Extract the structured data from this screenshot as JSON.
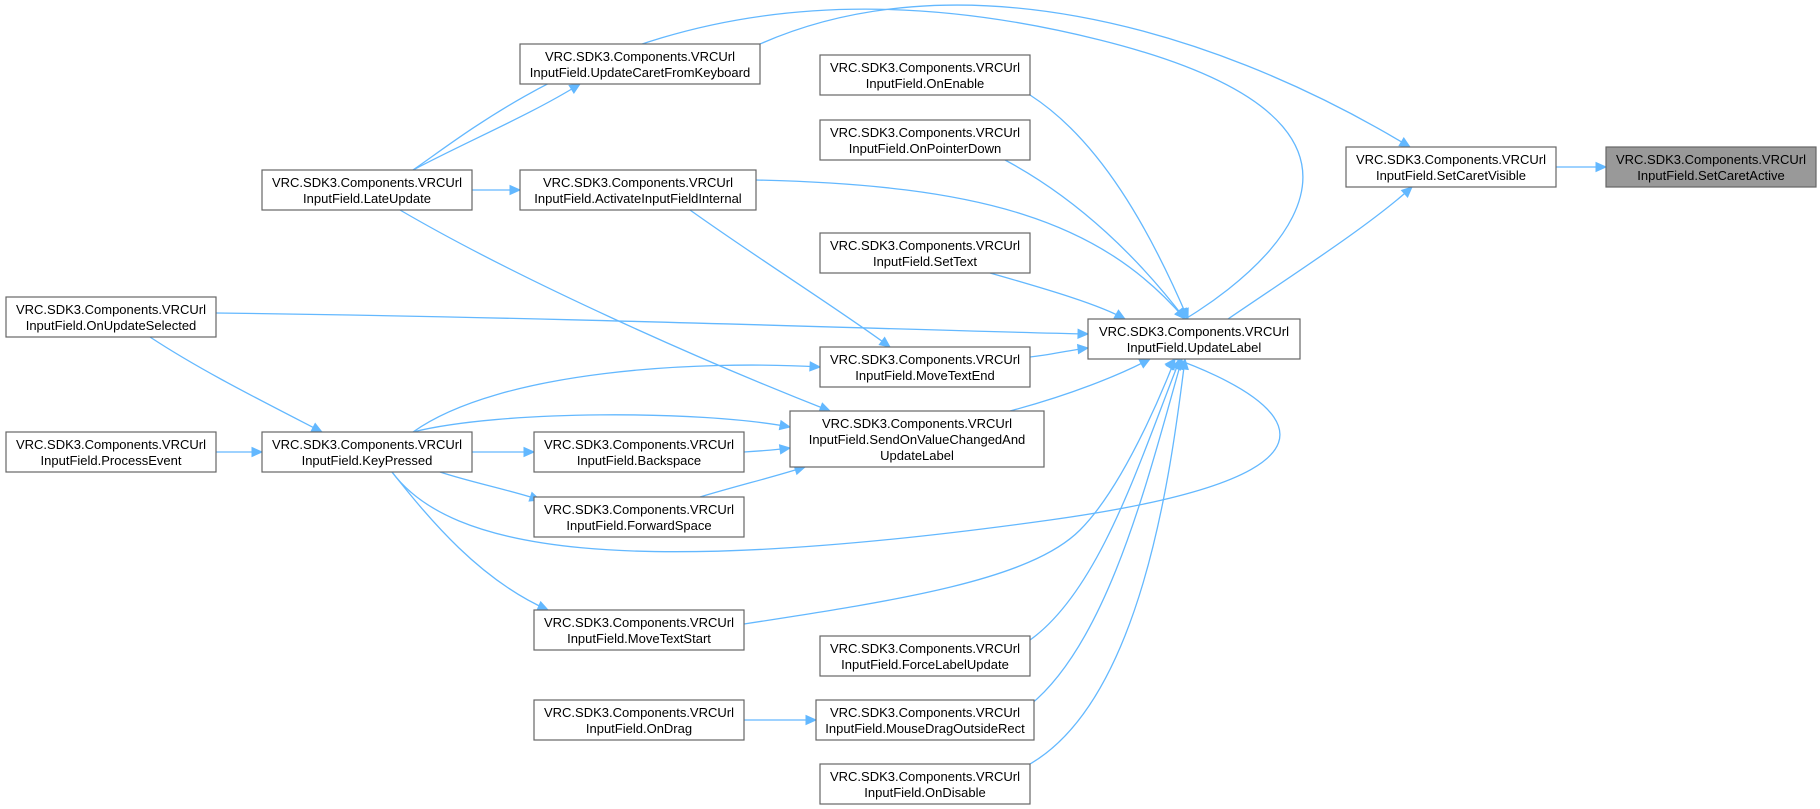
{
  "diagram": {
    "edge_color": "#63b8ff",
    "node_border_color": "#666666",
    "highlight_fill": "#999999",
    "nodes": [
      {
        "id": "set_caret_active",
        "line1": "VRC.SDK3.Components.VRCUrl",
        "line2": "InputField.SetCaretActive",
        "highlight": true
      },
      {
        "id": "set_caret_visible",
        "line1": "VRC.SDK3.Components.VRCUrl",
        "line2": "InputField.SetCaretVisible"
      },
      {
        "id": "update_label",
        "line1": "VRC.SDK3.Components.VRCUrl",
        "line2": "InputField.UpdateLabel"
      },
      {
        "id": "update_caret_from_keyboard",
        "line1": "VRC.SDK3.Components.VRCUrl",
        "line2": "InputField.UpdateCaretFromKeyboard"
      },
      {
        "id": "late_update",
        "line1": "VRC.SDK3.Components.VRCUrl",
        "line2": "InputField.LateUpdate"
      },
      {
        "id": "activate_input_field_internal",
        "line1": "VRC.SDK3.Components.VRCUrl",
        "line2": "InputField.ActivateInputFieldInternal"
      },
      {
        "id": "on_enable",
        "line1": "VRC.SDK3.Components.VRCUrl",
        "line2": "InputField.OnEnable"
      },
      {
        "id": "on_pointer_down",
        "line1": "VRC.SDK3.Components.VRCUrl",
        "line2": "InputField.OnPointerDown"
      },
      {
        "id": "set_text",
        "line1": "VRC.SDK3.Components.VRCUrl",
        "line2": "InputField.SetText"
      },
      {
        "id": "on_update_selected",
        "line1": "VRC.SDK3.Components.VRCUrl",
        "line2": "InputField.OnUpdateSelected"
      },
      {
        "id": "move_text_end",
        "line1": "VRC.SDK3.Components.VRCUrl",
        "line2": "InputField.MoveTextEnd"
      },
      {
        "id": "process_event",
        "line1": "VRC.SDK3.Components.VRCUrl",
        "line2": "InputField.ProcessEvent"
      },
      {
        "id": "key_pressed",
        "line1": "VRC.SDK3.Components.VRCUrl",
        "line2": "InputField.KeyPressed"
      },
      {
        "id": "send_on_value_changed",
        "line1": "VRC.SDK3.Components.VRCUrl",
        "line2": "InputField.SendOnValueChangedAnd",
        "line3": "UpdateLabel"
      },
      {
        "id": "backspace",
        "line1": "VRC.SDK3.Components.VRCUrl",
        "line2": "InputField.Backspace"
      },
      {
        "id": "forward_space",
        "line1": "VRC.SDK3.Components.VRCUrl",
        "line2": "InputField.ForwardSpace"
      },
      {
        "id": "move_text_start",
        "line1": "VRC.SDK3.Components.VRCUrl",
        "line2": "InputField.MoveTextStart"
      },
      {
        "id": "force_label_update",
        "line1": "VRC.SDK3.Components.VRCUrl",
        "line2": "InputField.ForceLabelUpdate"
      },
      {
        "id": "on_drag",
        "line1": "VRC.SDK3.Components.VRCUrl",
        "line2": "InputField.OnDrag"
      },
      {
        "id": "mouse_drag_outside_rect",
        "line1": "VRC.SDK3.Components.VRCUrl",
        "line2": "InputField.MouseDragOutsideRect"
      },
      {
        "id": "on_disable",
        "line1": "VRC.SDK3.Components.VRCUrl",
        "line2": "InputField.OnDisable"
      }
    ],
    "edges": [
      {
        "from": "set_caret_visible",
        "to": "set_caret_active"
      },
      {
        "from": "update_caret_from_keyboard",
        "to": "set_caret_visible"
      },
      {
        "from": "update_label",
        "to": "set_caret_visible"
      },
      {
        "from": "late_update",
        "to": "update_caret_from_keyboard"
      },
      {
        "from": "late_update",
        "to": "activate_input_field_internal"
      },
      {
        "from": "activate_input_field_internal",
        "to": "update_label"
      },
      {
        "from": "on_enable",
        "to": "update_label"
      },
      {
        "from": "on_pointer_down",
        "to": "update_label"
      },
      {
        "from": "set_text",
        "to": "update_label"
      },
      {
        "from": "on_update_selected",
        "to": "update_label"
      },
      {
        "from": "move_text_end",
        "to": "update_label"
      },
      {
        "from": "send_on_value_changed",
        "to": "update_label"
      },
      {
        "from": "key_pressed",
        "to": "update_label"
      },
      {
        "from": "move_text_start",
        "to": "update_label"
      },
      {
        "from": "force_label_update",
        "to": "update_label"
      },
      {
        "from": "mouse_drag_outside_rect",
        "to": "update_label"
      },
      {
        "from": "on_disable",
        "to": "update_label"
      },
      {
        "from": "late_update",
        "to": "update_label"
      },
      {
        "from": "key_pressed",
        "to": "move_text_end"
      },
      {
        "from": "key_pressed",
        "to": "send_on_value_changed"
      },
      {
        "from": "backspace",
        "to": "send_on_value_changed"
      },
      {
        "from": "forward_space",
        "to": "send_on_value_changed"
      },
      {
        "from": "key_pressed",
        "to": "backspace"
      },
      {
        "from": "key_pressed",
        "to": "forward_space"
      },
      {
        "from": "key_pressed",
        "to": "move_text_start"
      },
      {
        "from": "on_update_selected",
        "to": "key_pressed"
      },
      {
        "from": "process_event",
        "to": "key_pressed"
      },
      {
        "from": "on_drag",
        "to": "mouse_drag_outside_rect"
      },
      {
        "from": "activate_input_field_internal",
        "to": "move_text_end"
      },
      {
        "from": "late_update",
        "to": "send_on_value_changed"
      }
    ]
  }
}
